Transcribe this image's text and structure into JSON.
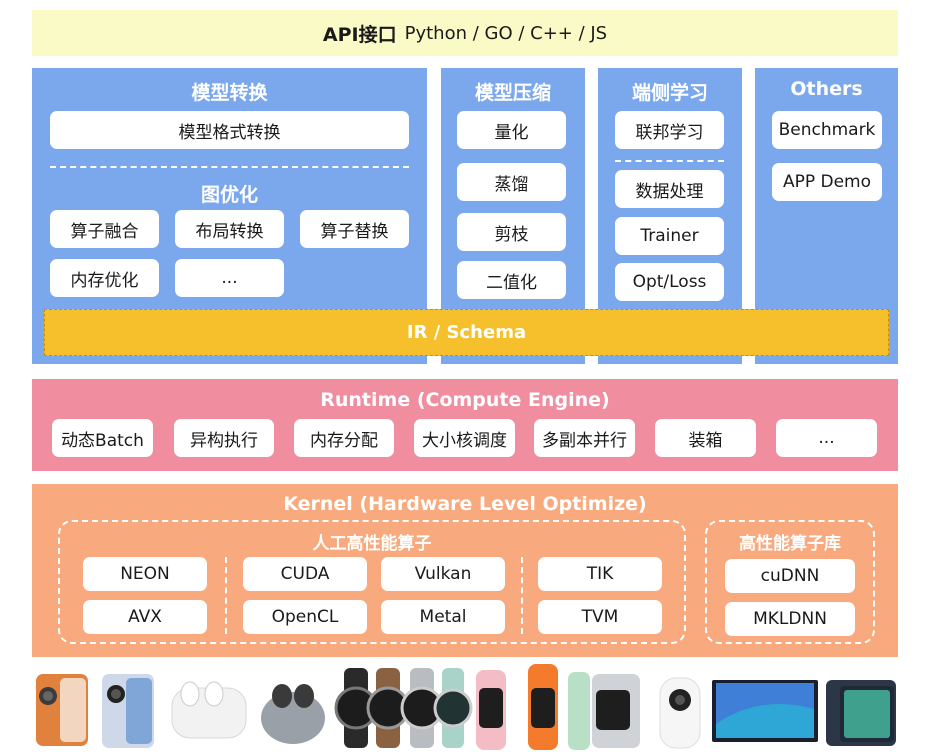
{
  "api": {
    "strong": "API接口",
    "langs": "Python / GO / C++ / JS"
  },
  "convert": {
    "title": "模型转换",
    "format": "模型格式转换",
    "graph_title": "图优化",
    "items": [
      "算子融合",
      "布局转换",
      "算子替换",
      "内存优化",
      "..."
    ]
  },
  "compress": {
    "title": "模型压缩",
    "items": [
      "量化",
      "蒸馏",
      "剪枝",
      "二值化"
    ]
  },
  "ondevice": {
    "title": "端侧学习",
    "items": [
      "联邦学习",
      "数据处理",
      "Trainer",
      "Opt/Loss"
    ]
  },
  "others": {
    "title": "Others",
    "items": [
      "Benchmark",
      "APP Demo"
    ]
  },
  "ir": {
    "label": "IR / Schema"
  },
  "runtime": {
    "title": "Runtime (Compute Engine)",
    "items": [
      "动态Batch",
      "异构执行",
      "内存分配",
      "大小核调度",
      "多副本并行",
      "装箱",
      "..."
    ]
  },
  "kernel": {
    "title": "Kernel (Hardware Level Optimize)",
    "manual_title": "人工高性能算子",
    "manual_items": [
      "NEON",
      "AVX",
      "CUDA",
      "OpenCL",
      "Vulkan",
      "Metal",
      "TIK",
      "TVM"
    ],
    "lib_title": "高性能算子库",
    "lib_items": [
      "cuDNN",
      "MKLDNN"
    ]
  },
  "colors": {
    "api_bg": "#fafac6",
    "blue": "#7ba8ec",
    "ir": "#f6c02c",
    "runtime": "#f08ea0",
    "kernel": "#f8a97d"
  },
  "devices": [
    "phone-icon",
    "phone-icon",
    "earbuds-icon",
    "earbuds-icon",
    "watch-icon",
    "watch-icon",
    "watch-icon",
    "band-icon",
    "band-icon",
    "band-icon",
    "camera-icon",
    "tv-icon",
    "tablet-icon"
  ]
}
